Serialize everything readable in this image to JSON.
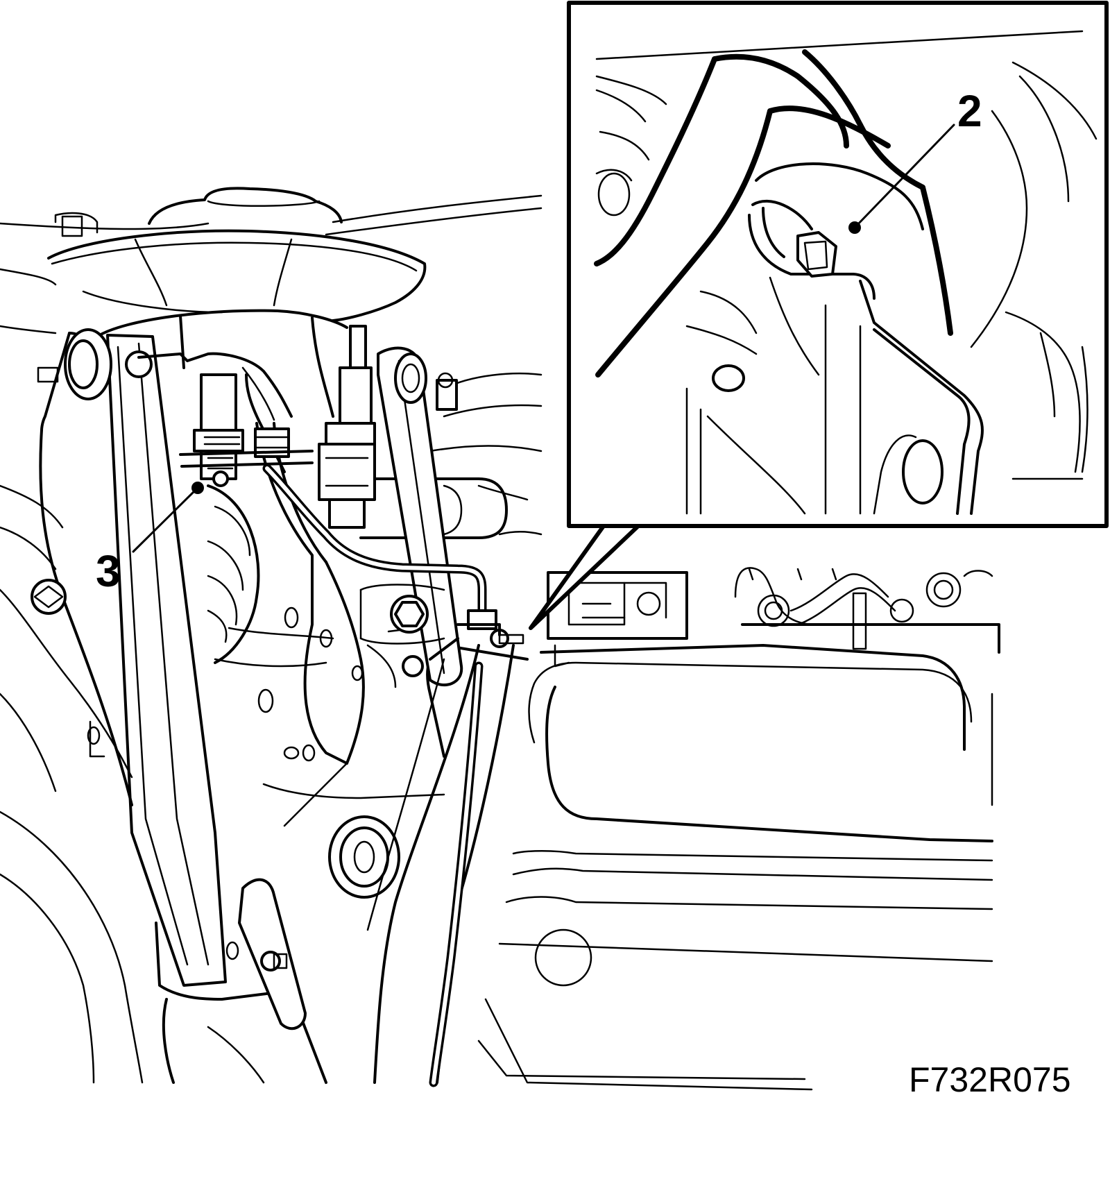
{
  "figure": {
    "code": "F732R075"
  },
  "callouts": [
    {
      "id": "2",
      "label": "2"
    },
    {
      "id": "3",
      "label": "3"
    }
  ],
  "colors": {
    "line": "#000000",
    "background": "#ffffff"
  }
}
